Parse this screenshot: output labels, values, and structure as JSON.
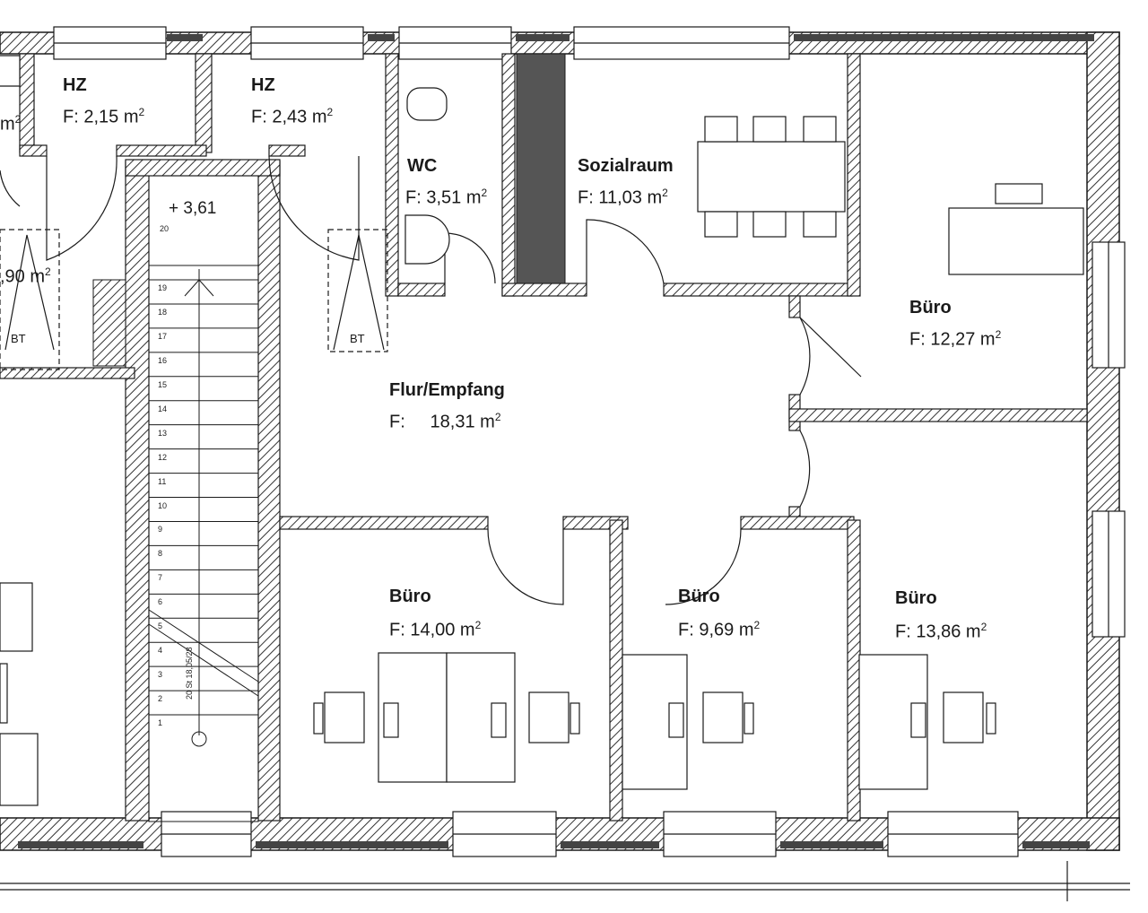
{
  "rooms": [
    {
      "id": "hz1",
      "name": "HZ",
      "area": "F: 2,15 m",
      "sup": "2"
    },
    {
      "id": "hz2",
      "name": "HZ",
      "area": "F: 2,43 m",
      "sup": "2"
    },
    {
      "id": "wc",
      "name": "WC",
      "area": "F: 3,51 m",
      "sup": "2"
    },
    {
      "id": "sozial",
      "name": "Sozialraum",
      "area": "F:  11,03 m",
      "sup": "2"
    },
    {
      "id": "flur",
      "name": "Flur/Empfang",
      "area": "F:     18,31 m",
      "sup": "2"
    },
    {
      "id": "buero_ne",
      "name": "Büro",
      "area": "F: 12,27 m",
      "sup": "2"
    },
    {
      "id": "buero_sw",
      "name": "Büro",
      "area": "F: 14,00 m",
      "sup": "2"
    },
    {
      "id": "buero_sm",
      "name": "Büro",
      "area": "F: 9,69 m",
      "sup": "2"
    },
    {
      "id": "buero_se",
      "name": "Büro",
      "area": "F: 13,86 m",
      "sup": "2"
    }
  ],
  "fragments": {
    "left_top_area": "m",
    "left_top_sup": "2",
    "left_mid_area": ",90 m",
    "left_mid_sup": "2"
  },
  "stair": {
    "level": "+ 3,61",
    "top_step": "20",
    "steps": [
      "19",
      "18",
      "17",
      "16",
      "15",
      "14",
      "13",
      "12",
      "11",
      "10",
      "9",
      "8",
      "7",
      "6",
      "5",
      "4",
      "3",
      "2",
      "1"
    ],
    "dim": "20 St 18,05/28"
  },
  "shafts": [
    {
      "id": "bt_left",
      "label": "BT"
    },
    {
      "id": "bt_right",
      "label": "BT"
    }
  ],
  "colors": {
    "line": "#1a1a1a",
    "hatch": "#333333",
    "fill": "#555555",
    "paper": "#ffffff"
  }
}
